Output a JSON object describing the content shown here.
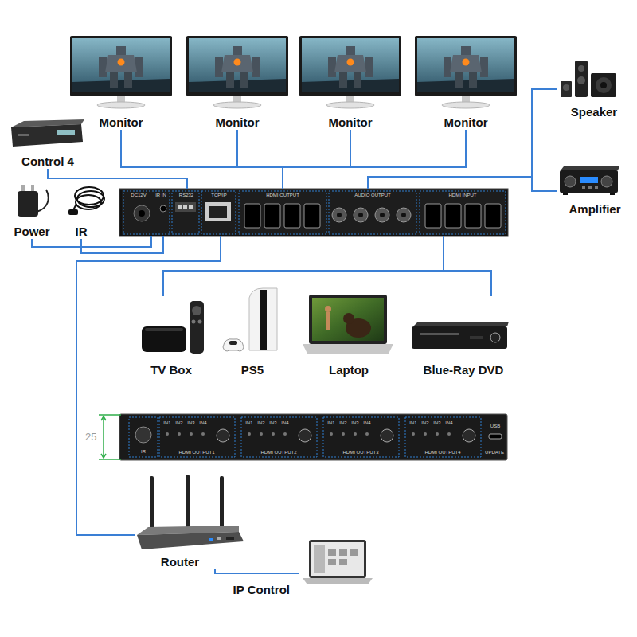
{
  "diagram": {
    "nodes": [
      {
        "text": [
          "Monitor"
        ]
      },
      {
        "text": [
          "Monitor"
        ]
      },
      {
        "text": [
          "Monitor"
        ]
      },
      {
        "text": [
          "Monitor"
        ]
      },
      {
        "text": [
          "Speaker"
        ]
      },
      {
        "text": [
          "Amplifier"
        ]
      },
      {
        "text": [
          "Control 4"
        ]
      },
      {
        "text": [
          "Power"
        ]
      },
      {
        "text": [
          "IR"
        ]
      },
      {
        "text": [
          "DC12V",
          "IR IN",
          "RS232",
          "TCP/IP",
          "HDMI OUTPUT",
          "AUDIO OUTPUT",
          "HDMI INPUT"
        ]
      },
      {
        "text": [
          "TV Box"
        ]
      },
      {
        "text": [
          "PS5"
        ]
      },
      {
        "text": [
          "Laptop"
        ]
      },
      {
        "text": [
          "Blue-Ray DVD"
        ]
      },
      {
        "text": [
          "IR",
          "IN1",
          "IN2",
          "IN3",
          "IN4",
          "HDMI OUTPUT1",
          "IN1",
          "IN2",
          "IN3",
          "IN4",
          "HDMI OUTPUT2",
          "IN1",
          "IN2",
          "IN3",
          "IN4",
          "HDMI OUTPUT3",
          "IN1",
          "IN2",
          "IN3",
          "IN4",
          "HDMI OUTPUT4",
          "USB",
          "UPDATE"
        ]
      },
      {
        "text": [
          "Router"
        ]
      },
      {
        "text": [
          "IP Control"
        ]
      }
    ],
    "edges": [
      {
        "from": 0,
        "to": 9,
        "arrow": "none"
      },
      {
        "from": 1,
        "to": 9,
        "arrow": "none"
      },
      {
        "from": 2,
        "to": 9,
        "arrow": "none"
      },
      {
        "from": 3,
        "to": 9,
        "arrow": "none"
      },
      {
        "from": 4,
        "to": 9,
        "arrow": "none"
      },
      {
        "from": 5,
        "to": 9,
        "arrow": "none"
      },
      {
        "from": 6,
        "to": 9,
        "arrow": "none"
      },
      {
        "from": 7,
        "to": 9,
        "arrow": "none"
      },
      {
        "from": 8,
        "to": 9,
        "arrow": "none"
      },
      {
        "from": 10,
        "to": 9,
        "arrow": "none"
      },
      {
        "from": 13,
        "to": 9,
        "arrow": "none"
      },
      {
        "from": 9,
        "to": 15,
        "arrow": "none"
      },
      {
        "from": 15,
        "to": 16,
        "arrow": "none"
      }
    ],
    "labels": [
      "25"
    ]
  }
}
